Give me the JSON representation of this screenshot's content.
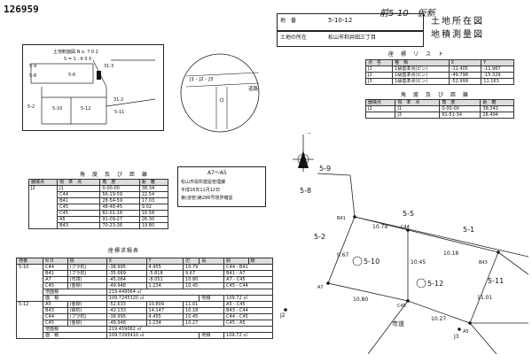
{
  "doc_number": "126959",
  "title": {
    "chiban_label": "地　番",
    "chiban_value": "5-10-12",
    "handwritten_note": "前5-10　仮新",
    "location_label": "土地の所在",
    "location_value": "松山市和井田三丁目",
    "title_line1": "土地所在図",
    "title_line2": "地積測量図"
  },
  "small_map": {
    "caption": "土地断面図 N o. 7 0 2",
    "scale": "S = 1 : 6 0 0",
    "labels": [
      "5-9",
      "5-8",
      "5-6",
      "31-3",
      "31-2",
      "5-2",
      "5-10",
      "5-12",
      "5-11"
    ]
  },
  "circle_inset": {
    "label": "J1 - J2 - J3",
    "road_label": "道路"
  },
  "coord_list": {
    "title": "座　標　リ　ス　ト",
    "headers": [
      "点　名",
      "種　類",
      "X",
      "Y"
    ],
    "rows": [
      [
        "J1",
        "1級基準点(ピン)",
        "-11.405",
        "-11.967"
      ],
      [
        "J2",
        "1級基準点(ピン)",
        "-49.798",
        "-15.329"
      ],
      [
        "J3",
        "1級基準点(ピン)",
        "-52.999",
        "11.163"
      ]
    ]
  },
  "angle_small": {
    "title": "角　度　及　び　距　離",
    "headers": [
      "器械点",
      "視　準　点",
      "角　度",
      "距　離"
    ],
    "rows": [
      [
        "J2",
        "J1",
        "0-00-00",
        "38.343"
      ],
      [
        "",
        "J3",
        "91-51-34",
        "26.494"
      ]
    ]
  },
  "angle_big": {
    "title": "角　度　及　び　距　離",
    "headers": [
      "器械点",
      "視　準　点",
      "角　度",
      "距　離"
    ],
    "instrument": "J2",
    "rows": [
      [
        "J1",
        "0-00-00",
        "38.34"
      ],
      [
        "C44",
        "56-19-59",
        "22.54"
      ],
      [
        "B41",
        "28-54-59",
        "17.03"
      ],
      [
        "C45",
        "48-48-45",
        "9.02"
      ],
      [
        "C45",
        "82-01-18",
        "16.58"
      ],
      [
        "A5",
        "91-09-27",
        "26.30"
      ],
      [
        "B43",
        "70-23-36",
        "19.80"
      ]
    ]
  },
  "stamp": {
    "line1": "A7～A5",
    "line2": "松山市役所建設管理課",
    "line3": "平成16年11月12日",
    "line4": "第(道管)第286号境界確認"
  },
  "calc_table": {
    "title": "座標求積表",
    "headers": [
      "地番",
      "N O",
      "標",
      "X",
      "Y",
      "辺",
      "長",
      "斜",
      "線"
    ],
    "sec1": {
      "chiban": "5-10",
      "rows": [
        [
          "C44",
          "(プラ杭)",
          "-38.995",
          "4.455",
          "10.79",
          "C44 - B41"
        ],
        [
          "B41",
          "(プラ杭)",
          "-35.669",
          "-5.818",
          "9.67",
          "B41 - A7"
        ],
        [
          "A7",
          "(市境)",
          "-45.064",
          "-8.051",
          "10.80",
          "A7 - C45"
        ],
        [
          "C45",
          "(金標)",
          "-49.948",
          "1.234",
          "10.45",
          "C45 - C44"
        ]
      ],
      "bai_label": "倍面積",
      "bai_value": "219.449064 ㎡",
      "area_label": "面　積",
      "area_value": "109.7245320 ㎡",
      "tsubo_label": "地積",
      "tsubo_value": "109.72 ㎡"
    },
    "sec2": {
      "chiban": "5-12",
      "rows": [
        [
          "A5",
          "(金標)",
          "-52.633",
          "10.809",
          "11.01",
          "A5 - C45"
        ],
        [
          "B43",
          "(鉄杭)",
          "-42.133",
          "14.147",
          "10.18",
          "B43 - C44"
        ],
        [
          "C44",
          "(プラ杭)",
          "-38.995",
          "4.455",
          "10.45",
          "C44 - C45"
        ],
        [
          "C45",
          "(金標)",
          "-49.948",
          "1.234",
          "10.27",
          "C45 - A5"
        ]
      ],
      "bai_label": "倍面積",
      "bai_value": "219.459082 ㎡",
      "area_label": "面　積",
      "area_value": "109.7295410 ㎡",
      "tsubo_label": "地積",
      "tsubo_value": "109.72 ㎡"
    }
  },
  "main_plan": {
    "labels": {
      "j1": "J1",
      "j2": "J2",
      "j3": "J3",
      "p59": "5-9",
      "p58": "5-8",
      "p55": "5-5",
      "p51": "5-1",
      "p52": "5-2",
      "p510": "5-10",
      "p512": "5-12",
      "p511": "5-11",
      "b41": "B41",
      "b43": "B43",
      "a7": "A7",
      "a5": "A5",
      "c45": "C45",
      "c44": "C44",
      "d1079": "10.79",
      "d1018": "10.18",
      "d967": "9.67",
      "d1045": "10.45",
      "d1080": "10.80",
      "d1027": "10.27",
      "d1101": "11.01",
      "road": "市道",
      "north": "N"
    }
  },
  "colors": {
    "ink": "#111111",
    "paper": "#ffffff",
    "header": "#dddddd"
  }
}
